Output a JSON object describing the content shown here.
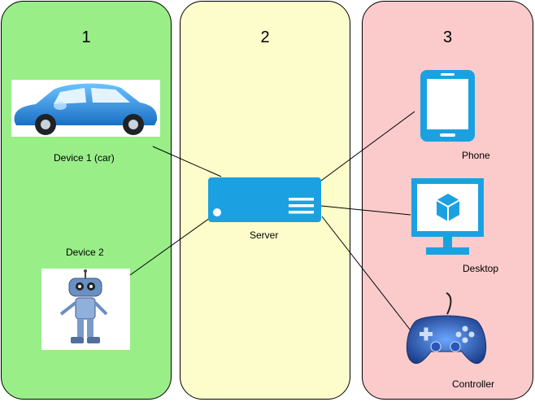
{
  "panels": [
    {
      "number": "1",
      "color": "#99ee88"
    },
    {
      "number": "2",
      "color": "#fdfdcb"
    },
    {
      "number": "3",
      "color": "#fbcbcb"
    }
  ],
  "nodes": {
    "device1": {
      "label": "Device 1 (car)",
      "icon": "car-icon"
    },
    "device2": {
      "label": "Device 2",
      "icon": "robot-icon"
    },
    "server": {
      "label": "Server",
      "icon": "server-icon"
    },
    "phone": {
      "label": "Phone",
      "icon": "phone-icon"
    },
    "desktop": {
      "label": "Desktop",
      "icon": "desktop-icon"
    },
    "controller": {
      "label": "Controller",
      "icon": "gamepad-icon"
    }
  },
  "connections": [
    {
      "from": "device1",
      "to": "server"
    },
    {
      "from": "device2",
      "to": "server"
    },
    {
      "from": "server",
      "to": "phone"
    },
    {
      "from": "server",
      "to": "desktop"
    },
    {
      "from": "server",
      "to": "controller"
    }
  ],
  "colors": {
    "device_blue": "#1ba1e2",
    "car_blue": "#2b8fd8"
  }
}
